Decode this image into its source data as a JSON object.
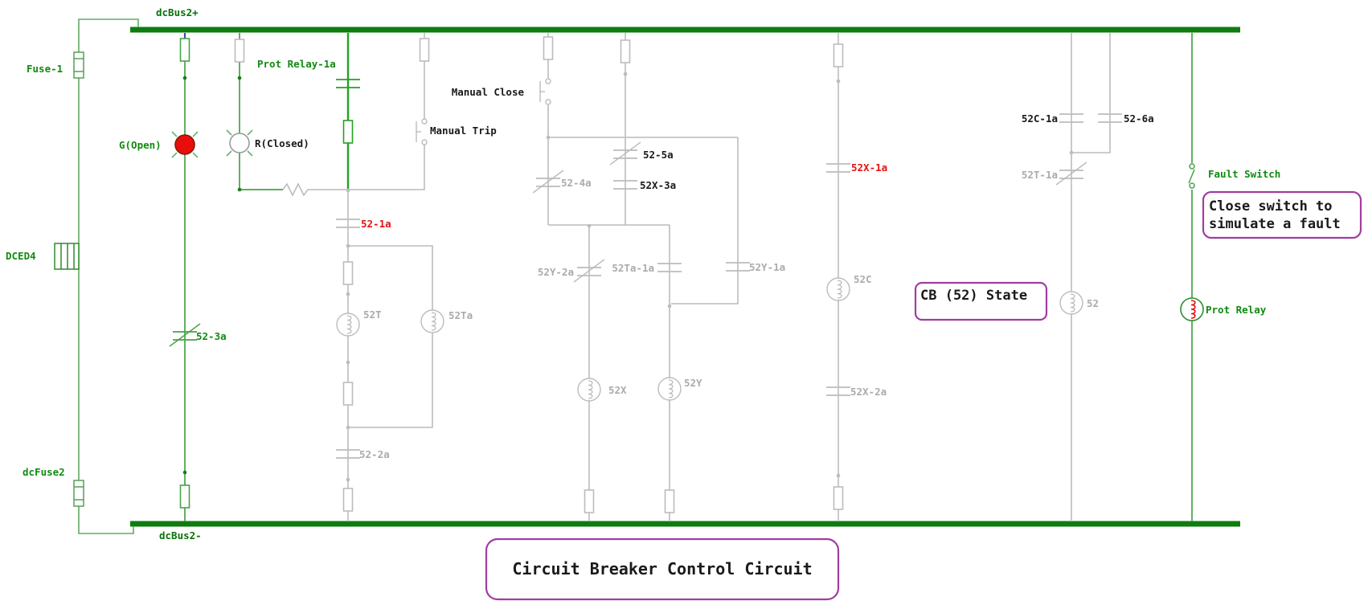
{
  "labels": {
    "bus_top": "dcBus2+",
    "bus_bottom": "dcBus2-",
    "fuse1": "Fuse-1",
    "dced4": "DCED4",
    "dcfuse2": "dcFuse2",
    "g_lamp": "G(Open)",
    "r_lamp": "R(Closed)",
    "prot_relay_1a": "Prot Relay-1a",
    "manual_close": "Manual Close",
    "manual_trip": "Manual Trip",
    "c52_1a": "52-1a",
    "c52_2a": "52-2a",
    "c52_3a": "52-3a",
    "c52_4a": "52-4a",
    "c52_5a": "52-5a",
    "c52x_3a": "52X-3a",
    "c52y_2a": "52Y-2a",
    "c52ta_1a": "52Ta-1a",
    "c52y_1a": "52Y-1a",
    "c52t": "52T",
    "c52ta": "52Ta",
    "c52x": "52X",
    "c52y": "52Y",
    "c52x_1a": "52X-1a",
    "c52c": "52C",
    "c52x_2a": "52X-2a",
    "c52c_1a": "52C-1a",
    "c52_6a": "52-6a",
    "c52t_1a": "52T-1a",
    "c52": "52",
    "fault_switch": "Fault Switch",
    "prot_relay": "Prot Relay"
  },
  "callout": {
    "line1": "Close switch to",
    "line2": "simulate a fault"
  },
  "cb_state": "CB (52) State",
  "title": "Circuit Breaker Control Circuit",
  "colors": {
    "bus_green": "#0f7c0f",
    "wire_green": "#47a347",
    "wire_gray": "#bcbcbc",
    "label_green": "#118a11",
    "label_gray": "#ababab",
    "label_red": "#e31212",
    "label_black": "#1a1a1a",
    "lamp_red": "#e90d0d",
    "box_purple": "#a13da1"
  }
}
